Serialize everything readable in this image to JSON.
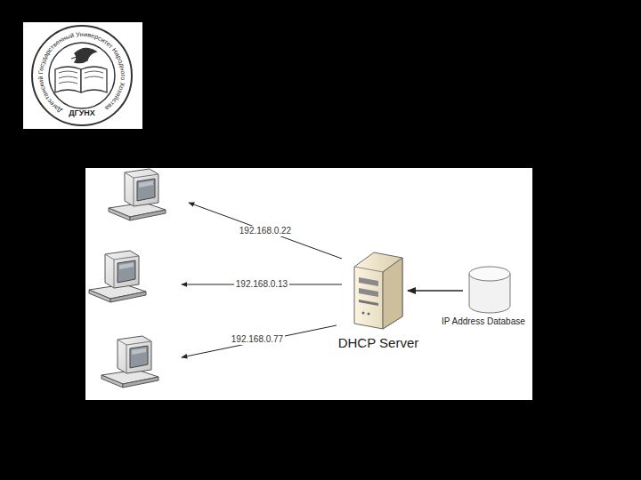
{
  "diagram": {
    "nodes": [
      {
        "text": [
          "DHCP Server"
        ]
      },
      {
        "text": [
          "IP Address Database"
        ]
      }
    ],
    "edges": [
      {
        "from": 1,
        "to": 0,
        "arrow": "to"
      }
    ],
    "labels": [
      "Дагестанский Государственный Университет Народного Хозяйства",
      "ДГУНХ",
      "192.168.0.22",
      "192.168.0.13",
      "192.168.0.77"
    ]
  }
}
